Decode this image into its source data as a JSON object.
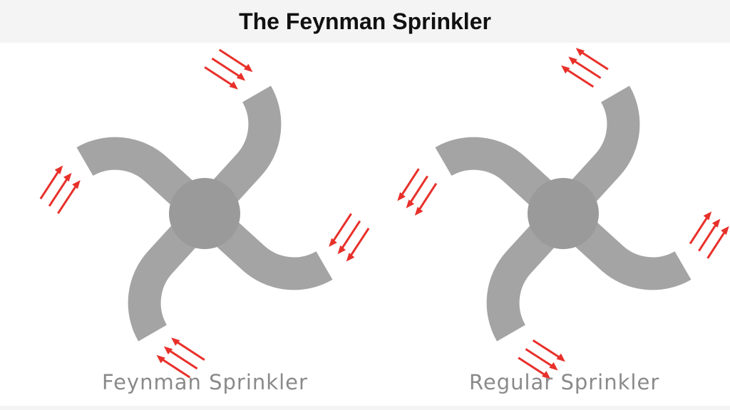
{
  "header": {
    "title": "The Feynman Sprinkler"
  },
  "sprinklers": [
    {
      "label": "Feynman Sprinkler",
      "flow": "inward"
    },
    {
      "label": "Regular Sprinkler",
      "flow": "outward"
    }
  ],
  "colors": {
    "arm": "#a4a4a4",
    "hub": "#9a9a9a",
    "arrow": "#e8302a",
    "caption": "#8a8a8a",
    "title_bg": "#f4f4f4"
  },
  "icons": {
    "flow_arrow": "red-arrow-icon"
  }
}
